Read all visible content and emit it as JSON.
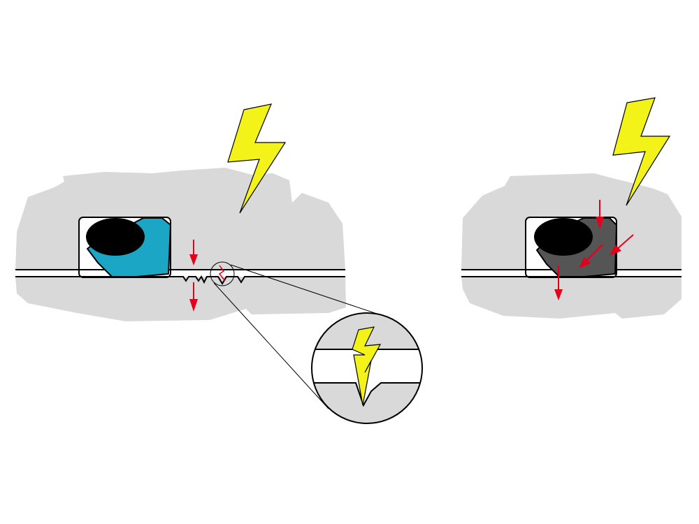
{
  "colors": {
    "background": "#ffffff",
    "housing": "#d9d9d9",
    "outline": "#000000",
    "seal_ok": "#1aa6c4",
    "seal_damaged": "#555555",
    "oring": "#000000",
    "lightning": "#f3f31a",
    "arrow": "#e3001b",
    "groove": "#ffffff"
  },
  "icons": {
    "hazard": "lightning-bolt-icon",
    "force": "force-arrow-icon",
    "magnifier": "magnifier-detail-icon"
  },
  "panels": [
    {
      "id": "left",
      "state": "electrical-discharge-pitting-on-shaft"
    },
    {
      "id": "right",
      "state": "electrical-discharge-damage-in-seal"
    }
  ]
}
